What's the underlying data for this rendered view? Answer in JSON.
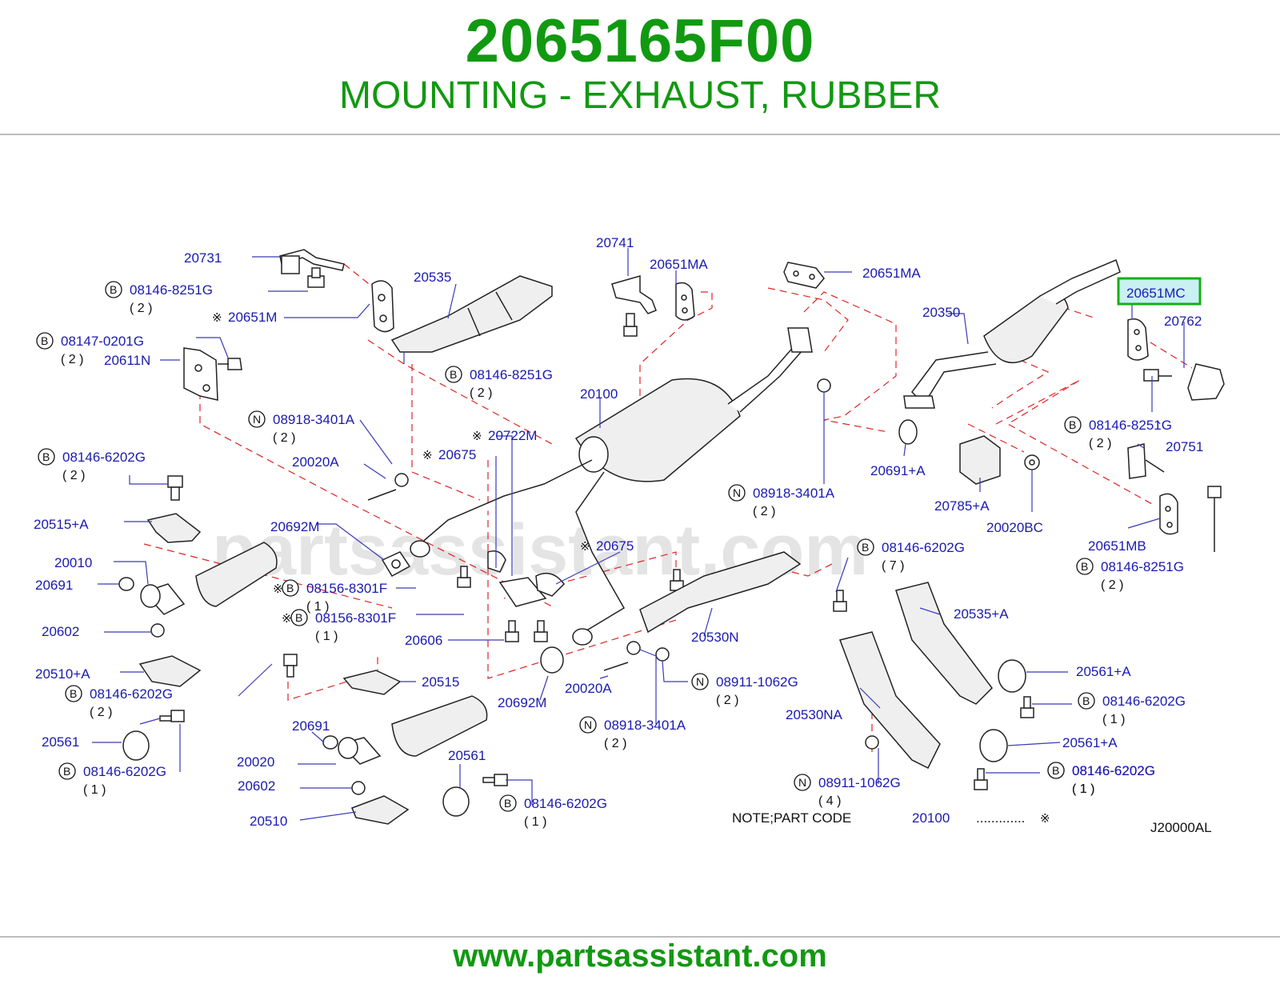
{
  "header": {
    "part_number": "2065165F00",
    "title": "MOUNTING - EXHAUST, RUBBER"
  },
  "footer": {
    "url": "www.partsassistant.com"
  },
  "watermark": "partsassistant.com",
  "highlight": {
    "label": "20651MC",
    "fill": "#c9f0f2",
    "border": "#14b014"
  },
  "colors": {
    "header": "#119911",
    "label": "#1a1ab0",
    "leader": "#3a3ab8",
    "dashed": "#e02424"
  },
  "labels": [
    {
      "id": "20731",
      "text": "20731"
    },
    {
      "id": "b-08146-8251g-1",
      "text": "08146-8251G",
      "badge": "B",
      "qty": "( 2 )"
    },
    {
      "id": "20651m",
      "text": "20651M",
      "mark": "※"
    },
    {
      "id": "b-08147-0201g",
      "text": "08147-0201G",
      "badge": "B",
      "qty": "( 2 )"
    },
    {
      "id": "20611n",
      "text": "20611N"
    },
    {
      "id": "20535",
      "text": "20535"
    },
    {
      "id": "b-08146-8251g-2",
      "text": "08146-8251G",
      "badge": "B",
      "qty": "( 2 )"
    },
    {
      "id": "20741",
      "text": "20741"
    },
    {
      "id": "20651ma-1",
      "text": "20651MA"
    },
    {
      "id": "20651ma-2",
      "text": "20651MA"
    },
    {
      "id": "20350",
      "text": "20350"
    },
    {
      "id": "20762",
      "text": "20762"
    },
    {
      "id": "20100",
      "text": "20100"
    },
    {
      "id": "n-08918-3401a-1",
      "text": "08918-3401A",
      "badge": "N",
      "qty": "( 2 )"
    },
    {
      "id": "20722m",
      "text": "20722M",
      "mark": "※"
    },
    {
      "id": "20675-1",
      "text": "20675",
      "mark": "※"
    },
    {
      "id": "b-08146-6202g-1",
      "text": "08146-6202G",
      "badge": "B",
      "qty": "( 2 )"
    },
    {
      "id": "20020a-1",
      "text": "20020A"
    },
    {
      "id": "b-08146-8251g-3",
      "text": "08146-8251G",
      "badge": "B",
      "qty": "( 2 )"
    },
    {
      "id": "20751",
      "text": "20751"
    },
    {
      "id": "20691a",
      "text": "20691+A"
    },
    {
      "id": "n-08918-3401a-2",
      "text": "08918-3401A",
      "badge": "N",
      "qty": "( 2 )"
    },
    {
      "id": "20785a",
      "text": "20785+A"
    },
    {
      "id": "20020bc",
      "text": "20020BC"
    },
    {
      "id": "20651mb",
      "text": "20651MB"
    },
    {
      "id": "b-08146-8251g-4",
      "text": "08146-8251G",
      "badge": "B",
      "qty": "( 2 )"
    },
    {
      "id": "20515a",
      "text": "20515+A"
    },
    {
      "id": "20692m-1",
      "text": "20692M"
    },
    {
      "id": "20010",
      "text": "20010"
    },
    {
      "id": "20691-1",
      "text": "20691"
    },
    {
      "id": "b-08156-8301f-1",
      "text": "08156-8301F",
      "badge": "B",
      "qty": "( 1 )",
      "mark": "※"
    },
    {
      "id": "b-08156-8301f-2",
      "text": "08156-8301F",
      "badge": "B",
      "qty": "( 1 )",
      "mark": "※"
    },
    {
      "id": "20675-2",
      "text": "20675",
      "mark": "※"
    },
    {
      "id": "b-08146-6202g-2",
      "text": "08146-6202G",
      "badge": "B",
      "qty": "( 7 )"
    },
    {
      "id": "20602-1",
      "text": "20602"
    },
    {
      "id": "20606",
      "text": "20606"
    },
    {
      "id": "20530n",
      "text": "20530N"
    },
    {
      "id": "20535a",
      "text": "20535+A"
    },
    {
      "id": "20510a",
      "text": "20510+A"
    },
    {
      "id": "20515",
      "text": "20515"
    },
    {
      "id": "20692m-2",
      "text": "20692M"
    },
    {
      "id": "20020a-2",
      "text": "20020A"
    },
    {
      "id": "n-08911-1062g-1",
      "text": "08911-1062G",
      "badge": "N",
      "qty": "( 2 )"
    },
    {
      "id": "20561a-1",
      "text": "20561+A"
    },
    {
      "id": "b-08146-6202g-3",
      "text": "08146-6202G",
      "badge": "B",
      "qty": "( 2 )"
    },
    {
      "id": "b-08146-6202g-4",
      "text": "08146-6202G",
      "badge": "B",
      "qty": "( 1 )"
    },
    {
      "id": "20561-1",
      "text": "20561"
    },
    {
      "id": "n-08918-3401a-3",
      "text": "08918-3401A",
      "badge": "N",
      "qty": "( 2 )"
    },
    {
      "id": "20530na",
      "text": "20530NA"
    },
    {
      "id": "20691-2",
      "text": "20691"
    },
    {
      "id": "b-08146-6202g-5",
      "text": "08146-6202G",
      "badge": "B",
      "qty": "( 1 )"
    },
    {
      "id": "20020",
      "text": "20020"
    },
    {
      "id": "20561-2",
      "text": "20561"
    },
    {
      "id": "20561a-2",
      "text": "20561+A"
    },
    {
      "id": "b-08146-6202g-6",
      "text": "08146-6202G",
      "badge": "B",
      "qty": "( 1 )"
    },
    {
      "id": "20602-2",
      "text": "20602"
    },
    {
      "id": "b-08146-6202g-7",
      "text": "08146-6202G",
      "badge": "B",
      "qty": "( 1 )"
    },
    {
      "id": "n-08911-1062g-2",
      "text": "08911-1062G",
      "badge": "N",
      "qty": "( 4 )"
    },
    {
      "id": "20510",
      "text": "20510"
    },
    {
      "id": "b-08146-6202g-8",
      "text": "08146-6202G",
      "badge": "B",
      "qty": "( 1 )"
    }
  ],
  "note": {
    "prefix": "NOTE;PART   CODE",
    "code": "20100",
    "dots": ".............",
    "mark": "※"
  },
  "diagram_code": "J20000AL"
}
